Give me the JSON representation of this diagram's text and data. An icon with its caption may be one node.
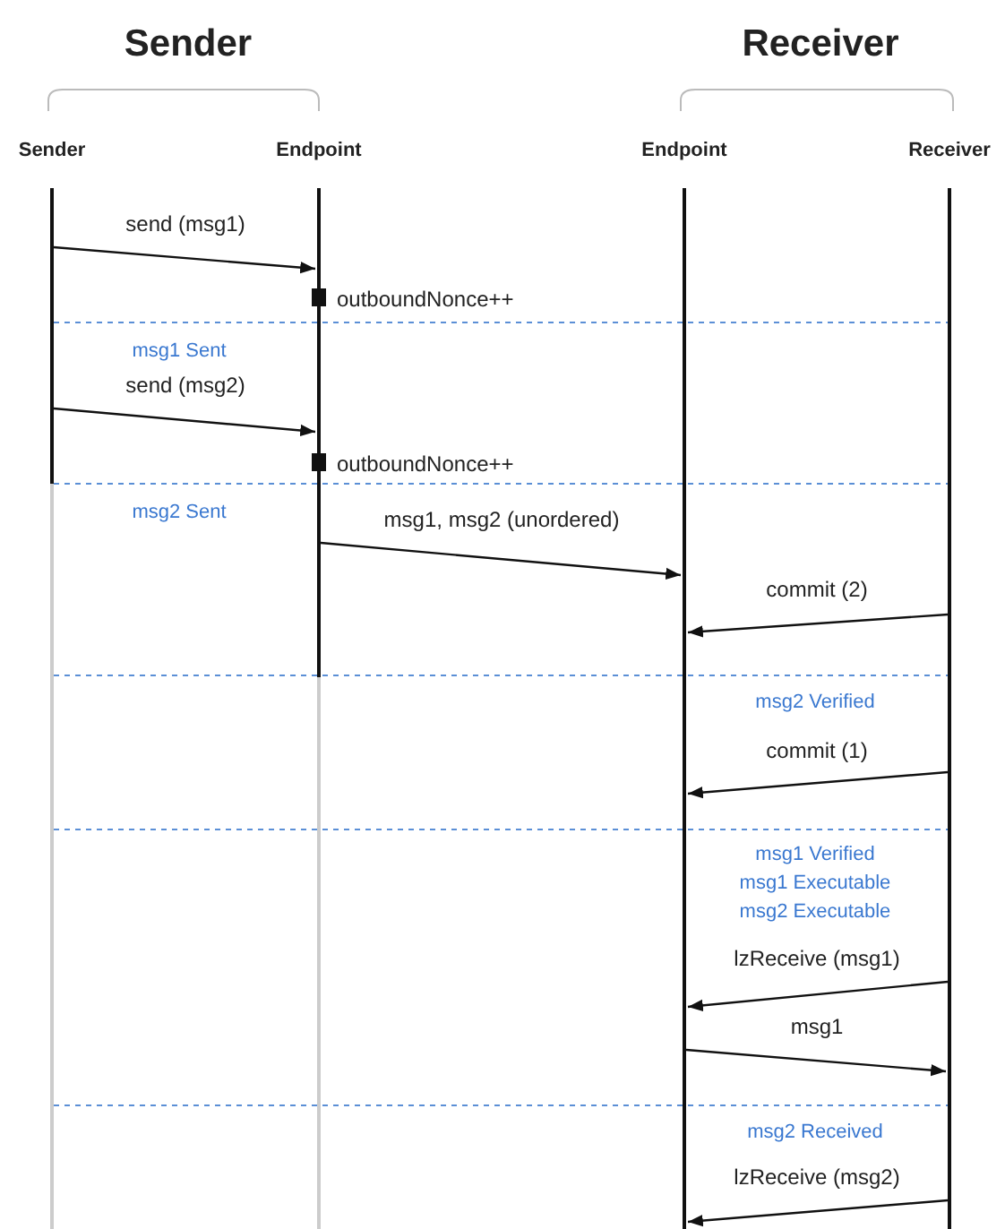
{
  "diagram": {
    "nodes": [
      {
        "text": [
          "Sender"
        ]
      },
      {
        "text": [
          "Endpoint"
        ]
      },
      {
        "text": [
          "Endpoint"
        ]
      },
      {
        "text": [
          "Receiver"
        ]
      }
    ],
    "edges": [
      {
        "from": 0,
        "to": 1,
        "arrow": "to",
        "label": "send (msg1)"
      },
      {
        "from": 0,
        "to": 1,
        "arrow": "to",
        "label": "send (msg2)"
      },
      {
        "from": 1,
        "to": 2,
        "arrow": "to",
        "label": "msg1, msg2 (unordered)"
      },
      {
        "from": 3,
        "to": 2,
        "arrow": "to",
        "label": "commit (2)"
      },
      {
        "from": 3,
        "to": 2,
        "arrow": "to",
        "label": "commit (1)"
      },
      {
        "from": 3,
        "to": 2,
        "arrow": "to",
        "label": "lzReceive (msg1)"
      },
      {
        "from": 2,
        "to": 3,
        "arrow": "to",
        "label": "msg1"
      },
      {
        "from": 3,
        "to": 2,
        "arrow": "to",
        "label": "lzReceive (msg2)"
      }
    ],
    "labels": [
      "Sender",
      "Receiver",
      "outboundNonce++",
      "msg1 Sent",
      "outboundNonce++",
      "msg2 Sent",
      "msg2 Verified",
      "msg1 Verified msg1 Executable msg2 Executable",
      "msg2 Received"
    ]
  }
}
